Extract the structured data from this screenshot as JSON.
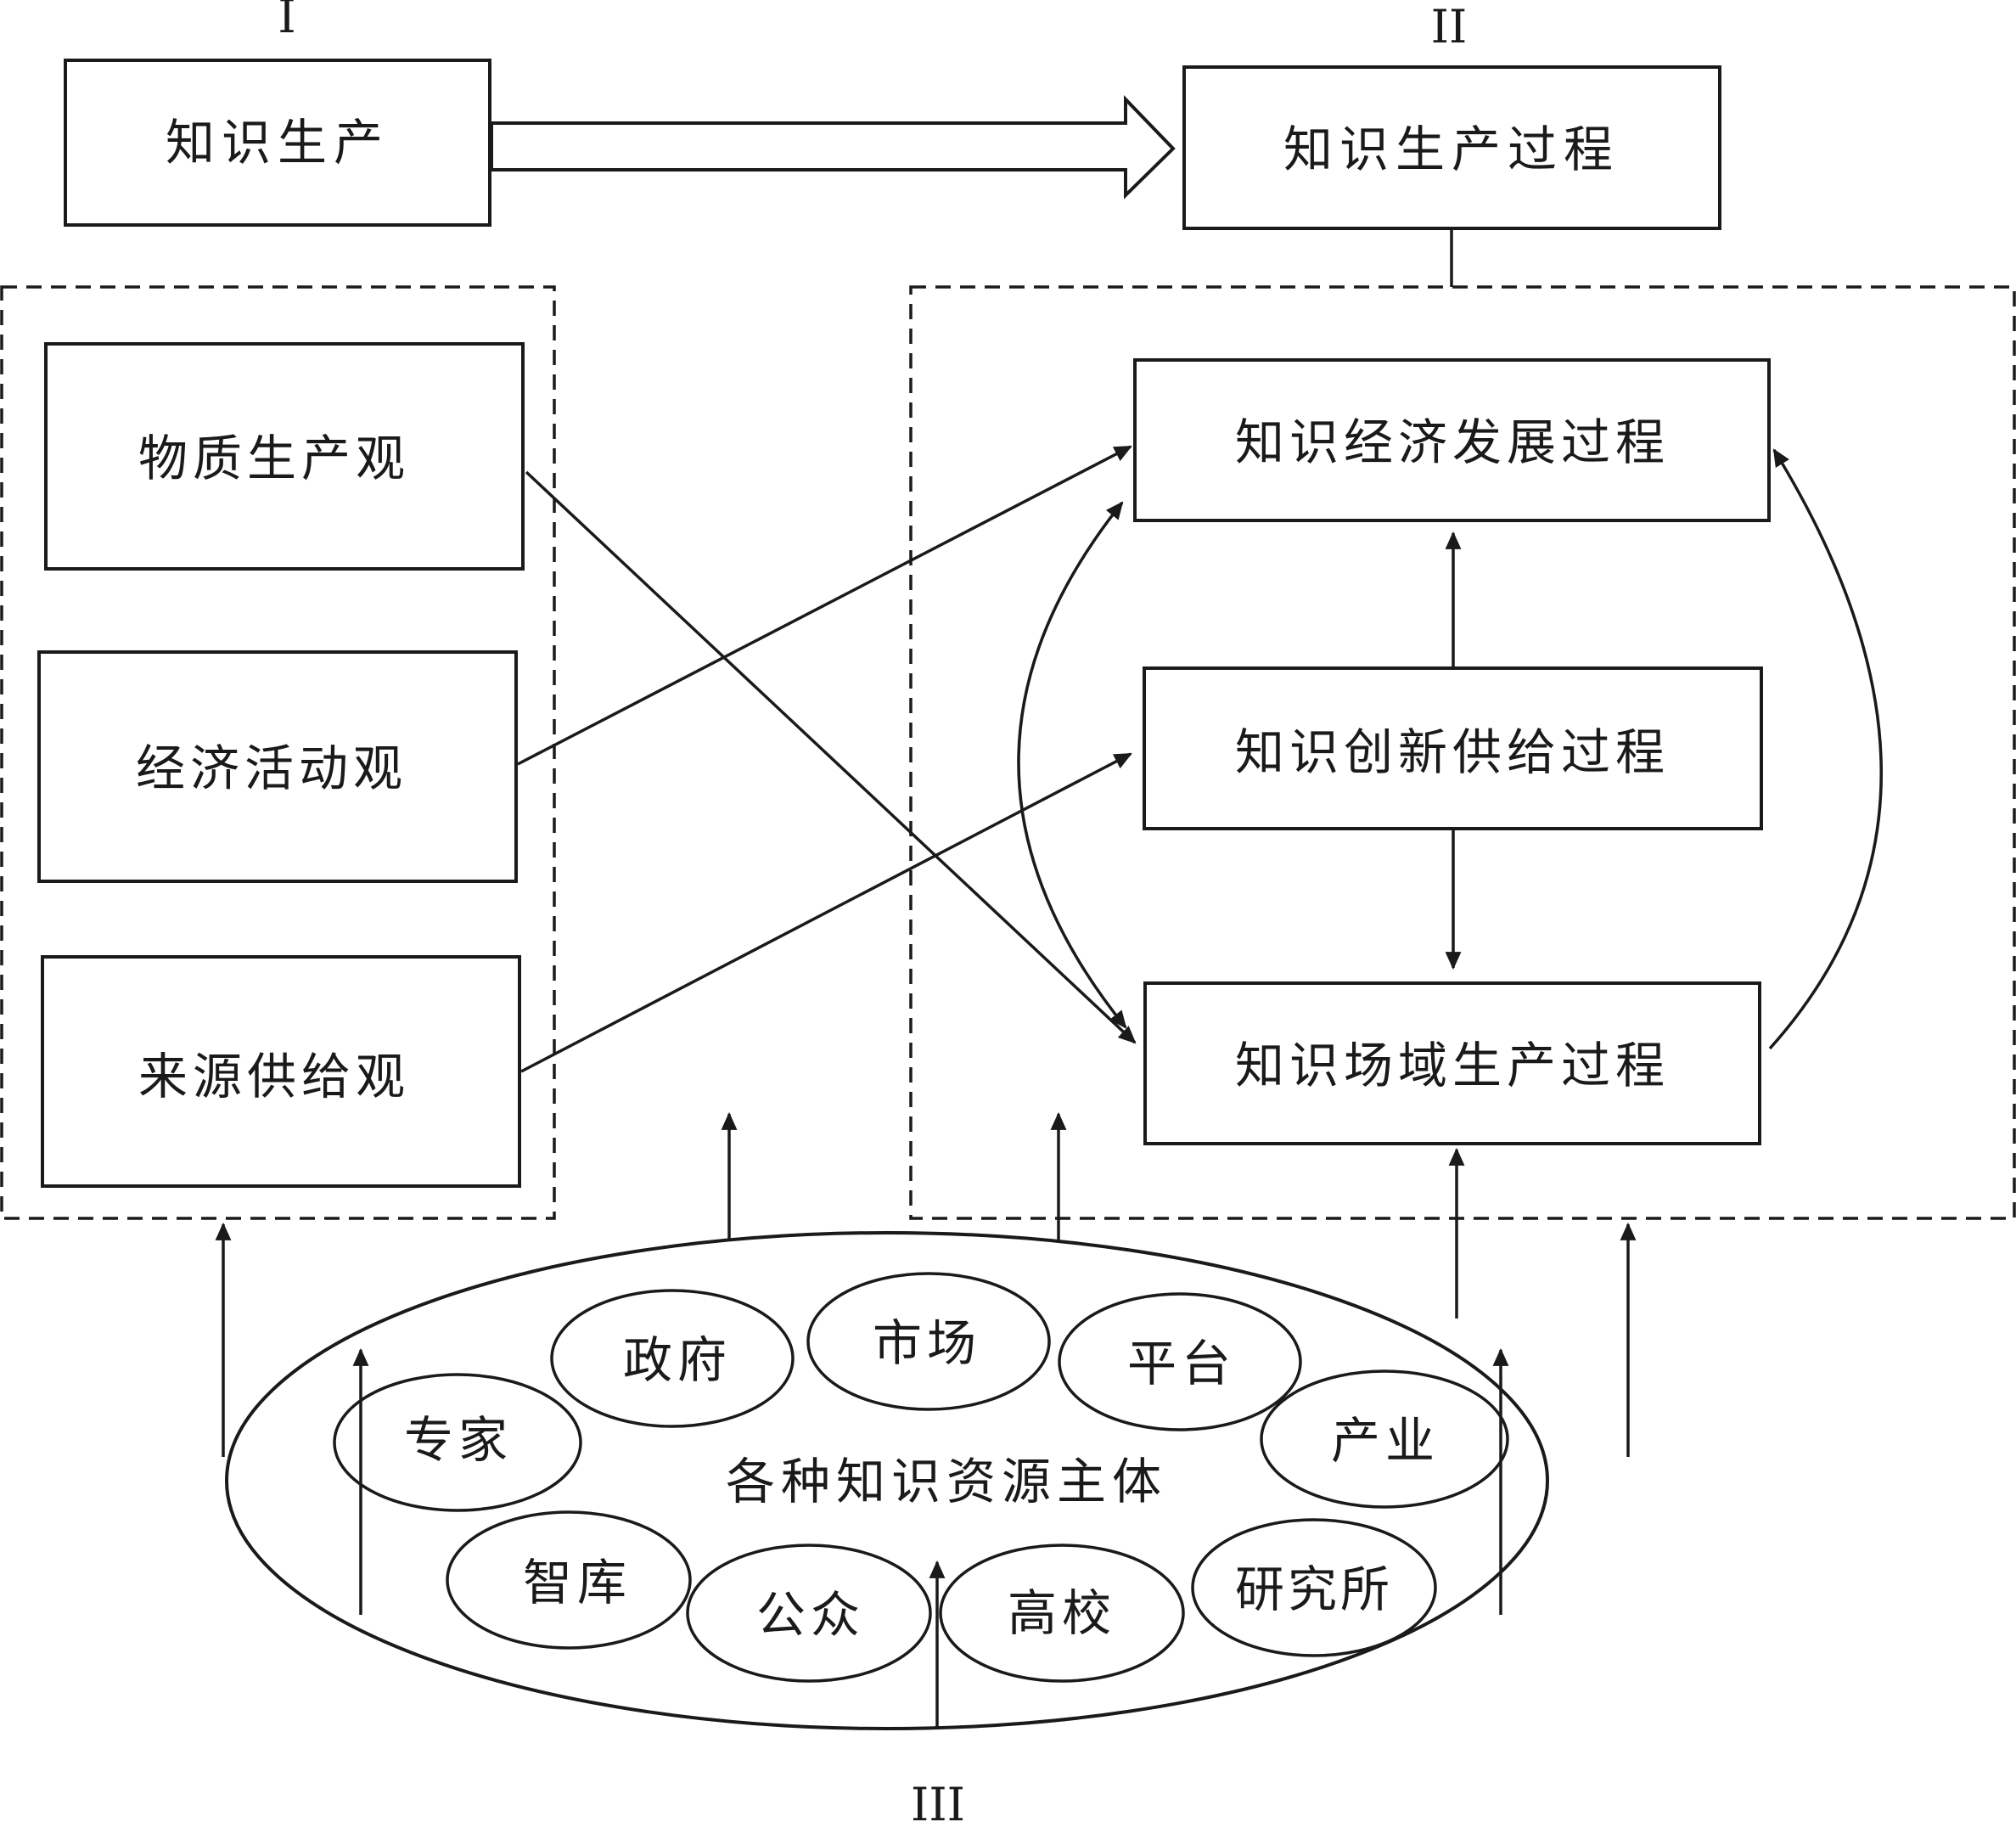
{
  "section_labels": {
    "one": "I",
    "two": "II",
    "three": "III"
  },
  "top": {
    "knowledge_production": "知识生产",
    "knowledge_production_process": "知识生产过程"
  },
  "views": [
    "物质生产观",
    "经济活动观",
    "来源供给观"
  ],
  "processes": {
    "economic_development": "知识经济发展过程",
    "innovation_supply": "知识创新供给过程",
    "field_production": "知识场域生产过程"
  },
  "resource_subjects": {
    "center_label": "各种知识资源主体",
    "members": [
      "政府",
      "市场",
      "平台",
      "专家",
      "产业",
      "智库",
      "公众",
      "高校",
      "研究所"
    ]
  }
}
